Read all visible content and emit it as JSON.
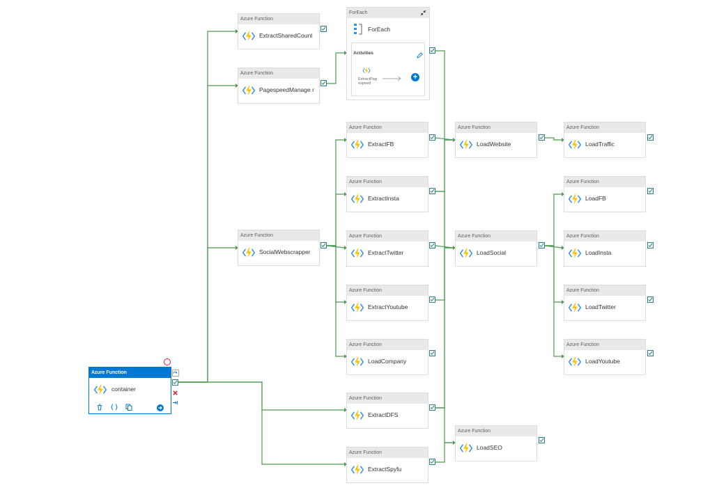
{
  "node_type": "Azure Function",
  "nodes": {
    "extract_shared_count": "ExtractSharedCount",
    "pagespeed_manager": "PagespeedManage r",
    "social_webscrapper": "SocialWebscrapper",
    "extract_fb": "ExtractFB",
    "extract_insta": "ExtractInsta",
    "extract_twitter": "ExtractTwitter",
    "extract_youtube": "ExtractYoutube",
    "load_company": "LoadCompany",
    "extract_dfs": "ExtractDFS",
    "extract_spyfu": "ExtractSpyfu",
    "load_website": "LoadWebsite",
    "load_social": "LoadSocial",
    "load_seo": "LoadSEO",
    "load_traffic": "LoadTraffic",
    "load_fb": "LoadFB",
    "load_insta": "LoadInsta",
    "load_twitter": "LoadTwitter",
    "load_youtube": "LoadYoutube"
  },
  "foreach": {
    "header": "ForEach",
    "name": "ForEach",
    "activities_label": "Activities",
    "inner_activity": "ExtractPag espeed"
  },
  "container": {
    "header": "Azure Function",
    "name": "container",
    "toolbar_icons": [
      "delete-icon",
      "code-icon",
      "copy-icon",
      "go-icon"
    ]
  },
  "colors": {
    "edge": "#4e9a52",
    "accent": "#0078d4",
    "header_bg": "#e9e9e9",
    "check_border": "#2d7f86",
    "fail": "#e81123"
  }
}
